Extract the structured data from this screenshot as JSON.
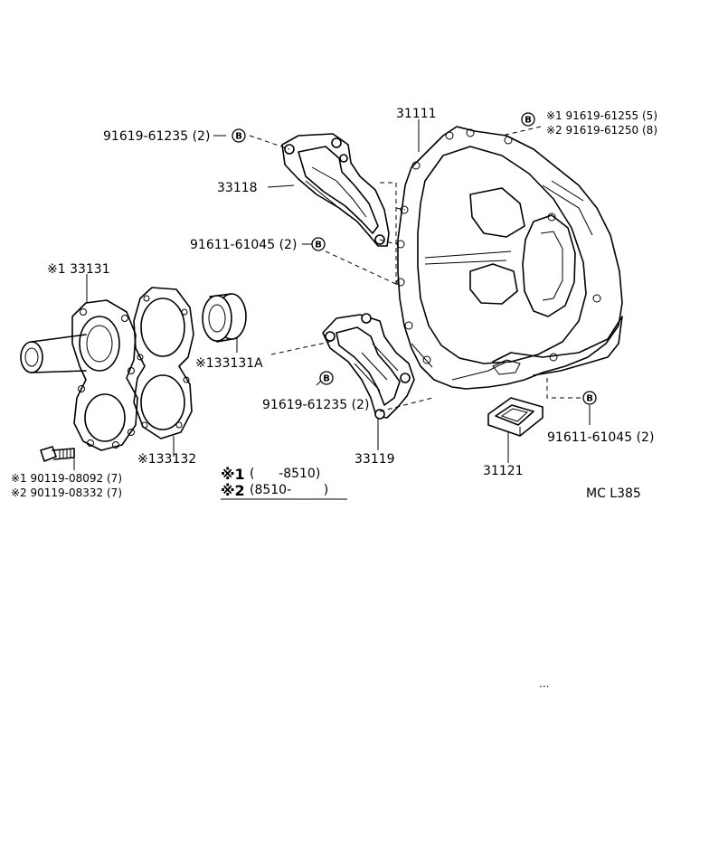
{
  "parts": {
    "housing": "31111",
    "bracket_upper": "33118",
    "bracket_lower": "33119",
    "grommet": "31121",
    "retainer": "※1 33131",
    "oil_seal": "※133131A",
    "gasket": "※133132"
  },
  "bolts": {
    "top_left": "91619-61235 (2)",
    "mid_left": "91611-61045 (2)",
    "lower_mid": "91619-61235 (2)",
    "right_lower": "91611-61045 (2)",
    "top_right_1": "※1 91619-61255 (5)",
    "top_right_2": "※2 91619-61250 (8)",
    "retainer_bolt_1": "※1 90119-08092 (7)",
    "retainer_bolt_2": "※2 90119-08332 (7)"
  },
  "badge_letter": "B",
  "notes": {
    "n1_mark": "※1",
    "n1_range": "(      -8510)",
    "n2_mark": "※2",
    "n2_range": "(8510-        )"
  },
  "figure_code": "MC L385",
  "stray_mark": "..."
}
